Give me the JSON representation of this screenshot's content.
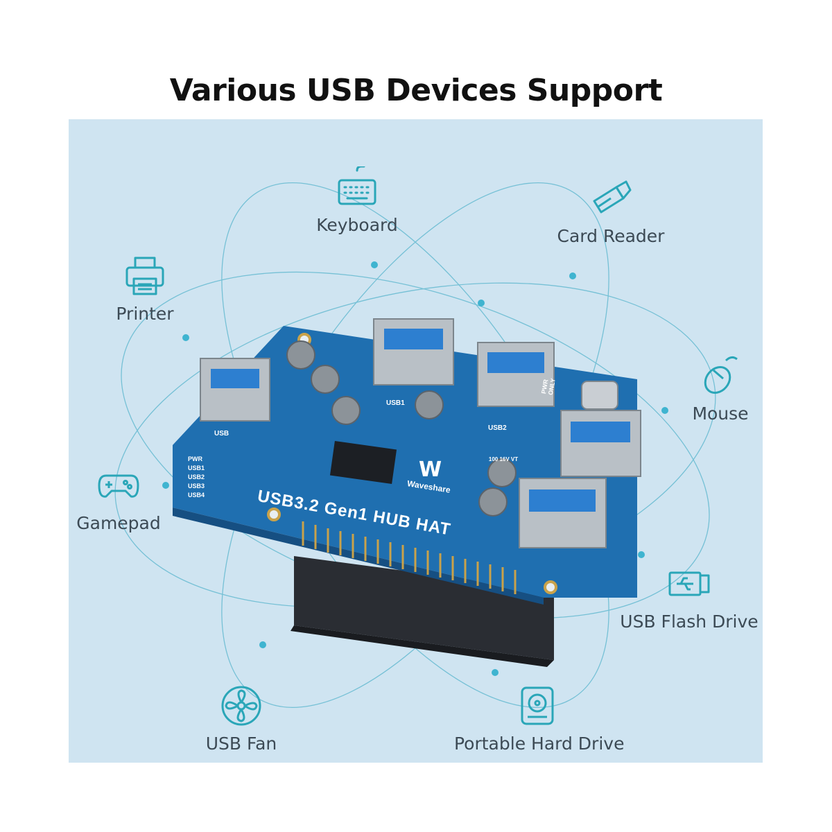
{
  "title": "Various USB Devices Support",
  "colors": {
    "accent": "#2aa6b8",
    "panel_bg": "#cfe4f1",
    "board": "#1f6fb0",
    "label_text": "#3c4a55"
  },
  "devices": [
    {
      "label": "Keyboard",
      "icon": "keyboard-icon"
    },
    {
      "label": "Card Reader",
      "icon": "card-reader-icon"
    },
    {
      "label": "Printer",
      "icon": "printer-icon"
    },
    {
      "label": "Mouse",
      "icon": "mouse-icon"
    },
    {
      "label": "Gamepad",
      "icon": "gamepad-icon"
    },
    {
      "label": "USB Flash Drive",
      "icon": "usb-flash-drive-icon"
    },
    {
      "label": "USB Fan",
      "icon": "fan-icon"
    },
    {
      "label": "Portable Hard Drive",
      "icon": "hard-drive-icon"
    }
  ],
  "board": {
    "brand": "Waveshare",
    "name": "USB3.2 Gen1 HUB HAT",
    "port_labels": [
      "USB",
      "USB1",
      "USB2",
      "PWR ONLY"
    ],
    "led_labels": [
      "PWR",
      "USB1",
      "USB2",
      "USB3",
      "USB4"
    ],
    "capacitor_text": "100 16V VT"
  }
}
